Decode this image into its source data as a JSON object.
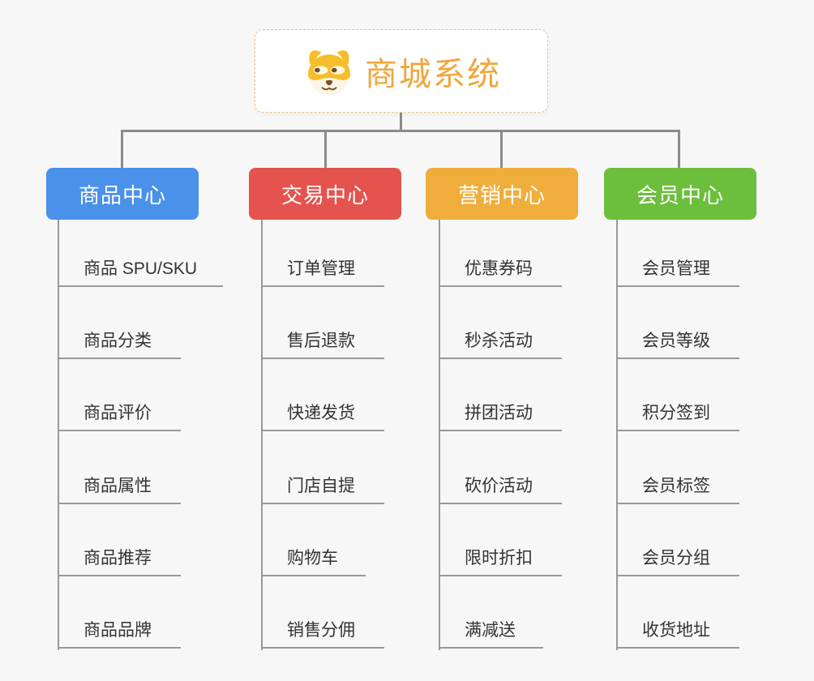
{
  "root": {
    "title": "商城系统",
    "title_color": "#f0a63a",
    "icon": "dog-face-icon",
    "border_color": "#efc283"
  },
  "connector_color": "#8b8b8b",
  "branches": [
    {
      "label": "商品中心",
      "color": "#4a91e9",
      "items": [
        "商品 SPU/SKU",
        "商品分类",
        "商品评价",
        "商品属性",
        "商品推荐",
        "商品品牌"
      ]
    },
    {
      "label": "交易中心",
      "color": "#e5534e",
      "items": [
        "订单管理",
        "售后退款",
        "快递发货",
        "门店自提",
        "购物车",
        "销售分佣"
      ]
    },
    {
      "label": "营销中心",
      "color": "#efae3b",
      "items": [
        "优惠券码",
        "秒杀活动",
        "拼团活动",
        "砍价活动",
        "限时折扣",
        "满减送"
      ]
    },
    {
      "label": "会员中心",
      "color": "#6cbf3c",
      "items": [
        "会员管理",
        "会员等级",
        "积分签到",
        "会员标签",
        "会员分组",
        "收货地址"
      ]
    }
  ]
}
